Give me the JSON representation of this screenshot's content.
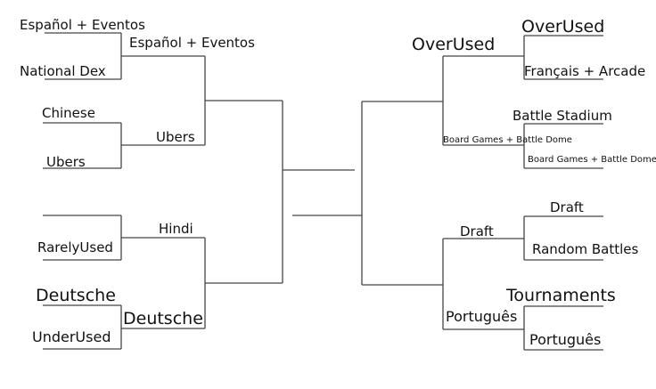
{
  "left": {
    "round1": [
      {
        "top": "Español + Eventos",
        "bottom": "National Dex"
      },
      {
        "top": "Chinese",
        "bottom": "Ubers"
      },
      {
        "top": "",
        "bottom": "RarelyUsed"
      },
      {
        "top": "Deutsche",
        "bottom": "UnderUsed"
      }
    ],
    "round2": [
      "Español + Eventos",
      "Ubers",
      "Hindi",
      "Deutsche"
    ]
  },
  "right": {
    "round1": [
      {
        "top": "OverUsed",
        "bottom": "Français + Arcade"
      },
      {
        "top": "Battle Stadium",
        "bottom": "Board Games + Battle Dome"
      },
      {
        "top": "Draft",
        "bottom": "Random Battles"
      },
      {
        "top": "Tournaments",
        "bottom": "Português"
      }
    ],
    "round2": [
      "OverUsed",
      "Board Games + Battle Dome",
      "Draft",
      "Português"
    ]
  },
  "line_color": "#444444",
  "text_color": "#111111"
}
